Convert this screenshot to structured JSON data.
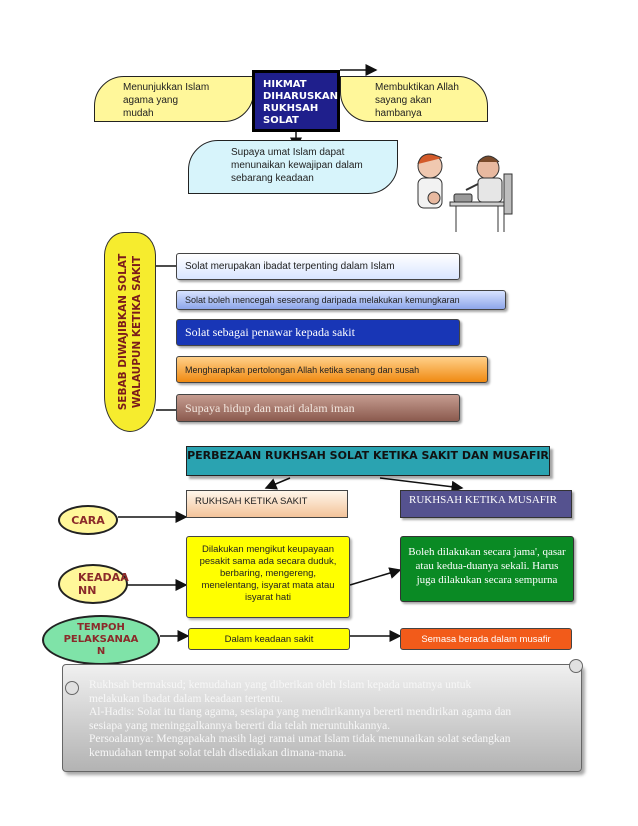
{
  "hikmat": {
    "title": "HIKMAT DIHARUSKAN RUKHSAH SOLAT",
    "left": "Menunjukkan Islam agama yang mudah",
    "right": "Membuktikan Allah sayang akan hambanya",
    "bottom": "Supaya umat Islam dapat menunaikan kewajipan dalam sebarang keadaan"
  },
  "sebab": {
    "line1": "SEBAB DIWAJIBKAN SOLAT",
    "line2": "WALAUPUN KETIKA SAKIT",
    "reasons": [
      "Solat merupakan ibadat terpenting dalam Islam",
      "Solat boleh mencegah seseorang daripada melakukan kemungkaran",
      "Solat sebagai penawar kepada sakit",
      "Mengharapkan pertolongan Allah ketika senang dan susah",
      "Supaya hidup dan mati dalam iman"
    ]
  },
  "perbezaan": {
    "title": "PERBEZAAN RUKHSAH SOLAT KETIKA SAKIT DAN MUSAFIR",
    "header_sakit": "RUKHSAH KETIKA SAKIT",
    "header_musafir": "RUKHSAH KETIKA MUSAFIR",
    "rows": {
      "cara": "CARA",
      "keadaan": "KEADAA NN",
      "tempoh": "TEMPOH PELAKSANAA N"
    },
    "keadaan_sakit": "Dilakukan mengikut keupayaan pesakit sama ada secara duduk, berbaring, mengereng, menelentang, isyarat mata atau isyarat hati",
    "keadaan_musafir": "Boleh dilakukan secara jama', qasar atau kedua-duanya sekali. Harus juga dilakukan secara sempurna",
    "tempoh_sakit": "Dalam keadaan sakit",
    "tempoh_musafir": "Semasa berada dalam musafir"
  },
  "note": {
    "lines": [
      "Rukhsah bermaksud; kemudahan yang diberikan oleh Islam kepada umatnya untuk",
      "melakukan ibadat dalam keadaan tertentu.",
      "Al-Hadis: Solat itu tiang agama, sesiapa yang mendirikannya bererti mendirikan agama dan",
      "sesiapa yang meninggalkannya bererti dia telah meruntuhkannya.",
      "Persoalannya: Mengapakah masih lagi ramai umat Islam tidak menunaikan solat sedangkan",
      "kemudahan tempat solat telah disediakan dimana-mana."
    ]
  },
  "colors": {
    "navy": "#1f1f8c",
    "yellow": "#fff79a",
    "teal": "#2aa3b1",
    "green": "#0a8a24",
    "orange": "#f25b1a"
  }
}
